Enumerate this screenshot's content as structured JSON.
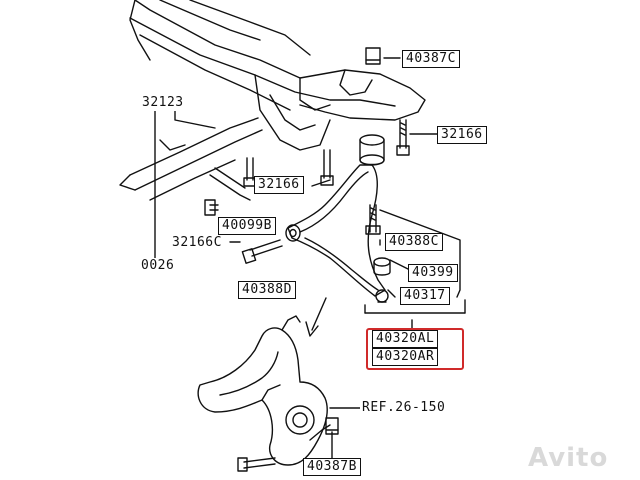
{
  "parts": {
    "p40387C": "40387C",
    "p32123": "32123",
    "p32166_right": "32166",
    "p32166_mid": "32166",
    "p40099B": "40099B",
    "p32166C": "32166C",
    "p0026": "0026",
    "p40388C": "40388C",
    "p40399": "40399",
    "p40388D": "40388D",
    "p40317": "40317",
    "p40320AL": "40320AL",
    "p40320AR": "40320AR",
    "ref": "REF.26-150",
    "p40387B": "40387B"
  },
  "watermark": "Avito",
  "colors": {
    "line": "#111111",
    "highlight": "#d02a2a"
  }
}
